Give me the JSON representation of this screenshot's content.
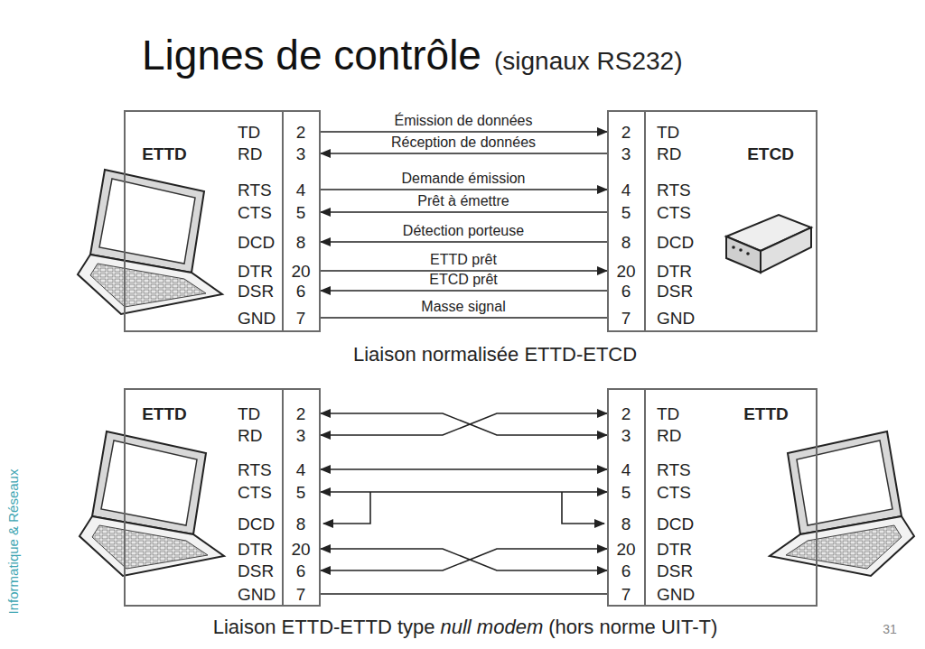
{
  "diagram": {
    "title": "Lignes de contrôle",
    "nodes": [
      {
        "text": [
          "ETTD"
        ]
      },
      {
        "text": [
          "2",
          "3",
          "4",
          "5",
          "8",
          "20",
          "6",
          "7"
        ],
        "in": 0
      },
      {
        "text": [
          "ETCD"
        ]
      },
      {
        "text": [
          "2",
          "3",
          "4",
          "5",
          "8",
          "20",
          "6",
          "7"
        ],
        "in": 2
      },
      {
        "text": [
          "ETTD"
        ]
      },
      {
        "text": [
          "2",
          "3",
          "4",
          "5",
          "8",
          "20",
          "6",
          "7"
        ],
        "in": 4
      },
      {
        "text": [
          "ETTD"
        ]
      },
      {
        "text": [
          "2",
          "3",
          "4",
          "5",
          "8",
          "20",
          "6",
          "7"
        ],
        "in": 6
      }
    ],
    "edges": [
      {
        "from": 1,
        "to": 3,
        "label": "Émission de données",
        "arrow": "to"
      },
      {
        "from": 3,
        "to": 1,
        "label": "Réception de données",
        "arrow": "to"
      },
      {
        "from": 1,
        "to": 3,
        "label": "Demande émission",
        "arrow": "to"
      },
      {
        "from": 3,
        "to": 1,
        "label": "Prêt à émettre",
        "arrow": "to"
      },
      {
        "from": 3,
        "to": 1,
        "label": "Détection porteuse",
        "arrow": "to"
      },
      {
        "from": 1,
        "to": 3,
        "label": "ETTD prêt",
        "arrow": "to"
      },
      {
        "from": 3,
        "to": 1,
        "label": "ETCD prêt",
        "arrow": "to"
      },
      {
        "from": 1,
        "to": 3,
        "label": "Masse signal",
        "arrow": "none"
      },
      {
        "from": 5,
        "to": 7,
        "arrow": "both"
      },
      {
        "from": 5,
        "to": 7,
        "arrow": "both"
      },
      {
        "from": 5,
        "to": 7,
        "arrow": "both"
      },
      {
        "from": 5,
        "to": 7,
        "arrow": "both"
      },
      {
        "from": 5,
        "to": 7,
        "arrow": "both"
      },
      {
        "from": 5,
        "to": 7,
        "arrow": "both"
      },
      {
        "from": 5,
        "to": 7,
        "arrow": "none"
      }
    ],
    "labels": [
      "(signaux RS232)",
      "TD",
      "RD",
      "RTS",
      "CTS",
      "DCD",
      "DTR",
      "DSR",
      "GND",
      "TD",
      "RD",
      "RTS",
      "CTS",
      "DCD",
      "DTR",
      "DSR",
      "GND",
      "Liaison normalisée ETTD-ETCD",
      "TD",
      "RD",
      "RTS",
      "CTS",
      "DCD",
      "DTR",
      "DSR",
      "GND",
      "TD",
      "RD",
      "RTS",
      "CTS",
      "DCD",
      "DTR",
      "DSR",
      "GND",
      "Liaison ETTD-ETTD type",
      "null modem",
      "(hors norme UIT-T)",
      "Informatique & Réseaux",
      "31"
    ]
  }
}
